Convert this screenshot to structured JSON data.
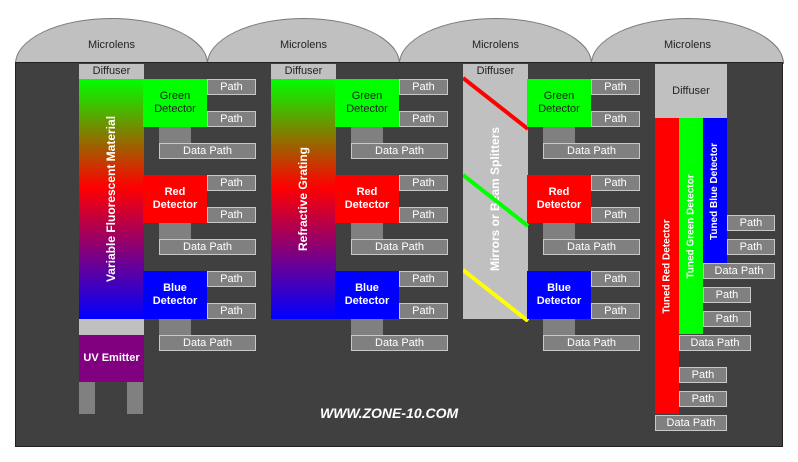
{
  "lenses": [
    "Microlens",
    "Microlens",
    "Microlens",
    "Microlens"
  ],
  "labels": {
    "diffuser": "Diffuser",
    "path": "Path",
    "data_path": "Data Path",
    "green_detector": "Green Detector",
    "red_detector": "Red Detector",
    "blue_detector": "Blue Detector",
    "uv_emitter": "UV Emitter"
  },
  "columns": {
    "col1": "Variable Fluorescent Material",
    "col2": "Refractive Grating",
    "col3": "Mirrors or Beam Splitters",
    "col4_red": "Tuned Red Detector",
    "col4_green": "Tuned Green Detector",
    "col4_blue": "Tuned Blue Detector"
  },
  "colors": {
    "green": "#00ff00",
    "red": "#ff0000",
    "blue": "#0000ff",
    "uv": "#800080",
    "yellow": "#ffff00"
  },
  "watermark": "WWW.ZONE-10.COM"
}
